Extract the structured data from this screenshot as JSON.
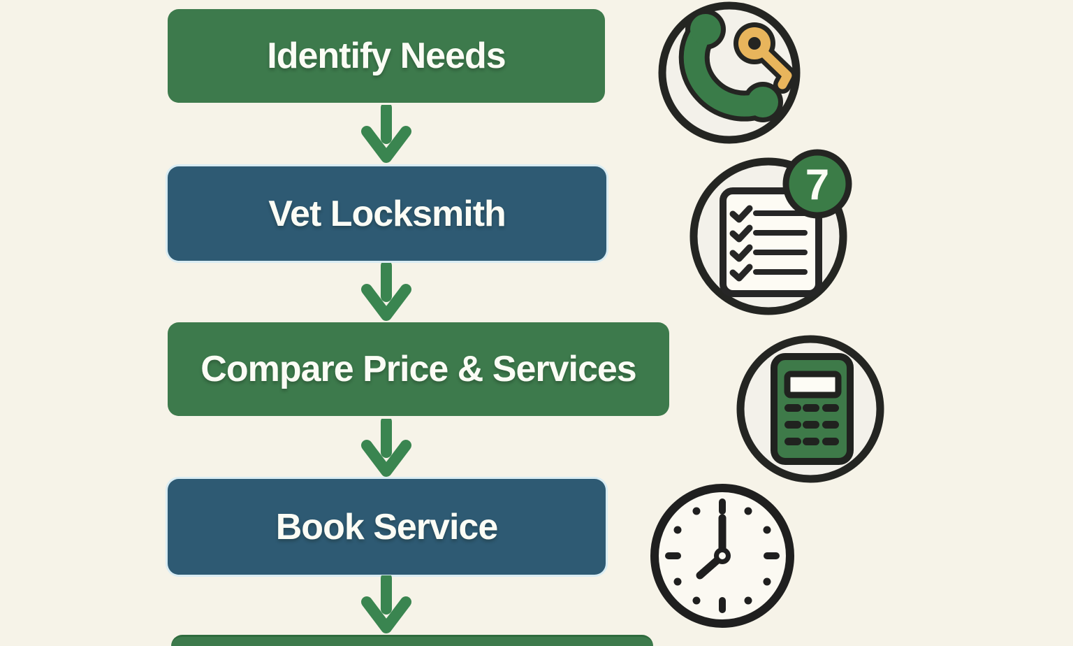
{
  "colors": {
    "background": "#f6f3e8",
    "step_green": "#3d7a4c",
    "step_blue": "#2e5a73",
    "arrow_green": "#3a8550",
    "icon_outline": "#242522",
    "icon_circle_fill": "#f3f1ea",
    "key_gold": "#e8b55c",
    "badge_green": "#3b7c47",
    "label_text": "#fbfcf5"
  },
  "flow": {
    "connector": "down-arrow",
    "steps": [
      {
        "label": "Identify Needs",
        "variant": "green"
      },
      {
        "label": "Vet Locksmith",
        "variant": "blue"
      },
      {
        "label": "Compare Price & Services",
        "variant": "green"
      },
      {
        "label": "Book Service",
        "variant": "blue"
      },
      {
        "label": "",
        "variant": "green",
        "partial": true
      }
    ]
  },
  "icons": {
    "phone_key": {
      "name": "phone-key-icon"
    },
    "checklist": {
      "name": "checklist-icon",
      "badge": "7",
      "rows": 4
    },
    "calculator": {
      "name": "calculator-icon"
    },
    "clock": {
      "name": "clock-icon",
      "time_shown": "7:00"
    }
  }
}
